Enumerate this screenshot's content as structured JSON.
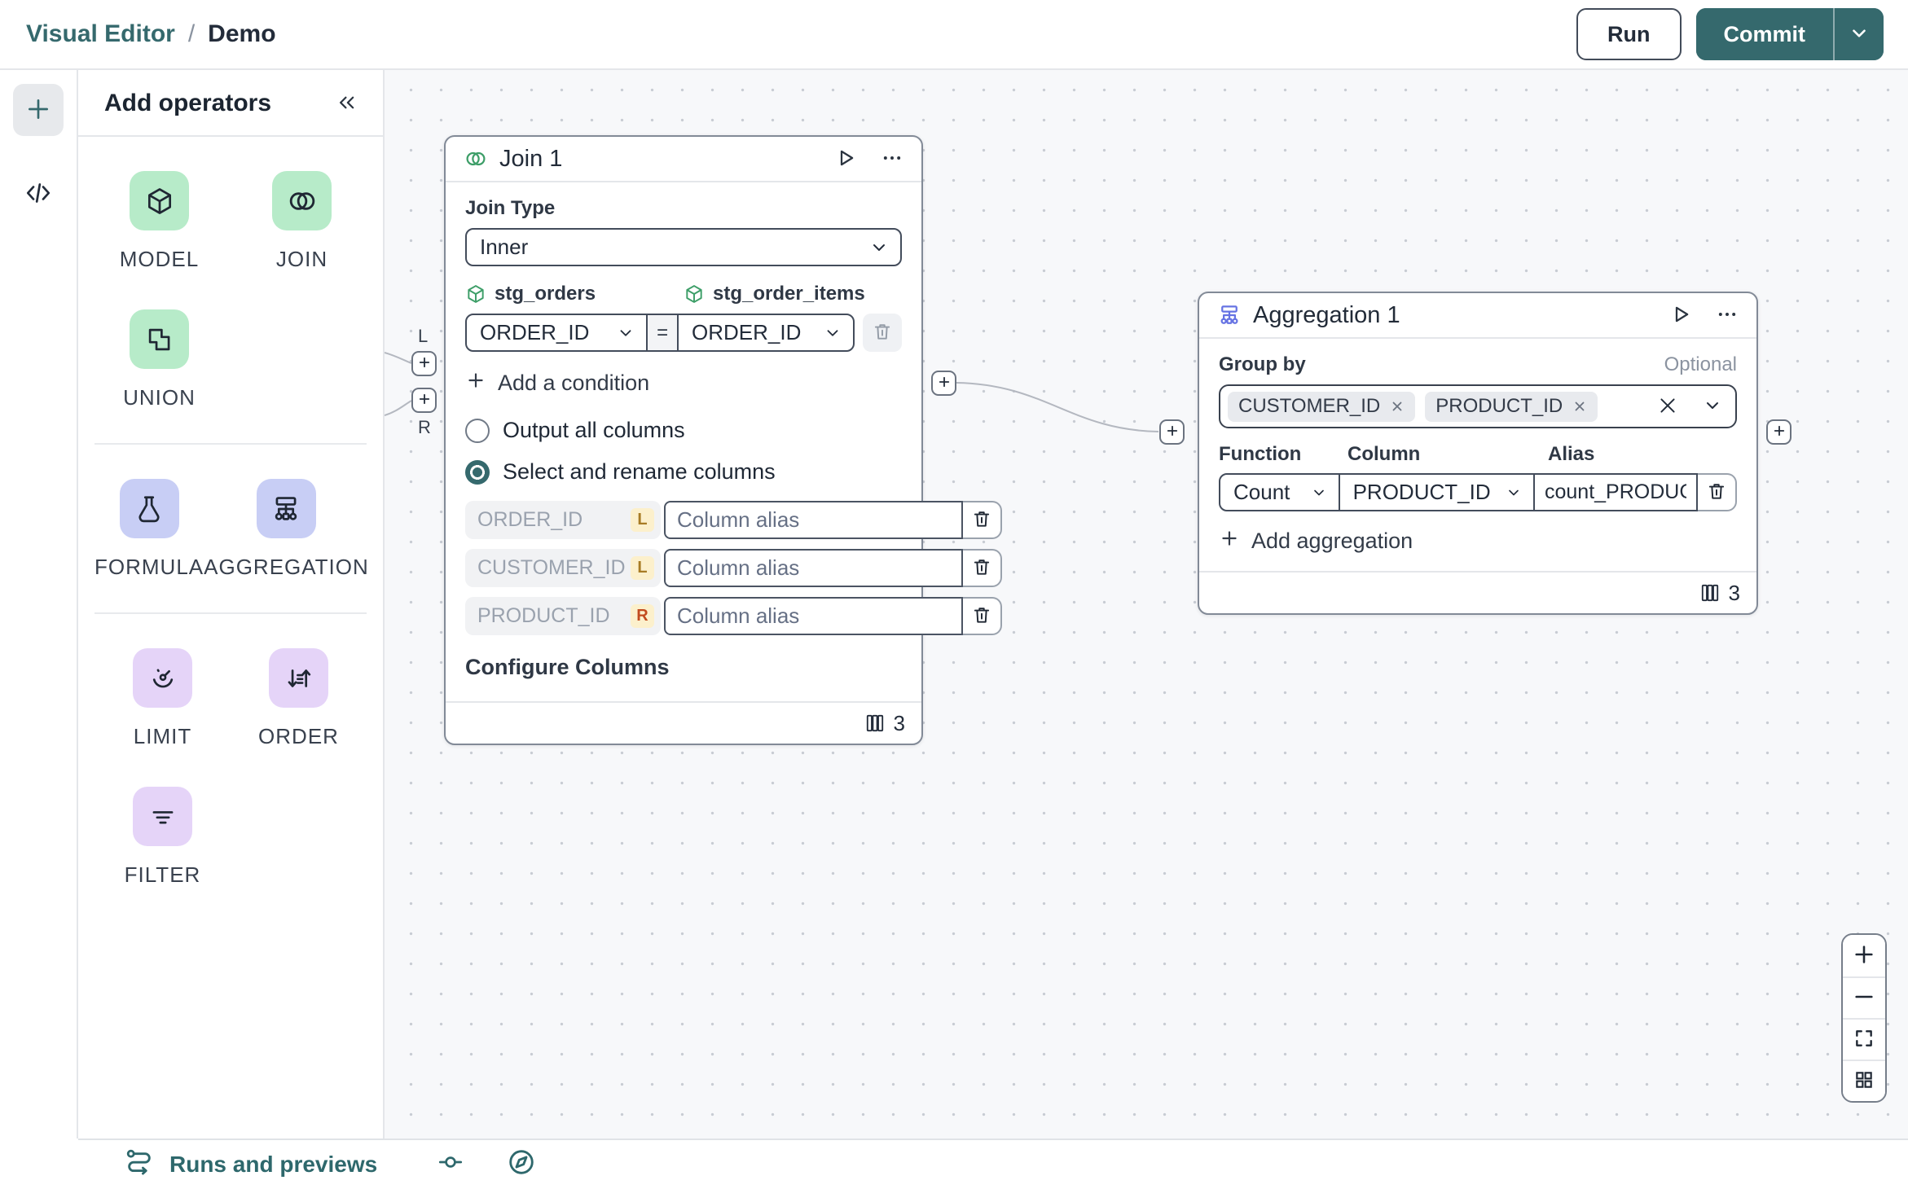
{
  "header": {
    "breadcrumb": {
      "root": "Visual Editor",
      "separator": "/",
      "current": "Demo"
    },
    "run_label": "Run",
    "commit_label": "Commit"
  },
  "operators_panel": {
    "title": "Add operators",
    "groups": [
      {
        "items": [
          {
            "label": "MODEL"
          },
          {
            "label": "JOIN"
          },
          {
            "label": "UNION"
          }
        ]
      },
      {
        "items": [
          {
            "label": "FORMULA"
          },
          {
            "label": "AGGREGATION"
          }
        ]
      },
      {
        "items": [
          {
            "label": "LIMIT"
          },
          {
            "label": "ORDER"
          },
          {
            "label": "FILTER"
          }
        ]
      }
    ]
  },
  "canvas": {
    "join_node": {
      "title": "Join 1",
      "join_type_label": "Join Type",
      "join_type_value": "Inner",
      "left_source": "stg_orders",
      "right_source": "stg_order_items",
      "condition": {
        "left_column": "ORDER_ID",
        "operator": "=",
        "right_column": "ORDER_ID"
      },
      "add_condition_label": "Add a condition",
      "output_all_label": "Output all columns",
      "select_rename_label": "Select and rename columns",
      "columns": [
        {
          "name": "ORDER_ID",
          "side": "L",
          "alias_placeholder": "Column alias"
        },
        {
          "name": "CUSTOMER_ID",
          "side": "L",
          "alias_placeholder": "Column alias"
        },
        {
          "name": "PRODUCT_ID",
          "side": "R",
          "alias_placeholder": "Column alias"
        }
      ],
      "configure_columns_label": "Configure Columns",
      "column_count": "3",
      "handle_labels": {
        "left_top": "L",
        "left_bottom": "R"
      }
    },
    "aggregation_node": {
      "title": "Aggregation 1",
      "group_by_label": "Group by",
      "optional_label": "Optional",
      "group_by_chips": [
        "CUSTOMER_ID",
        "PRODUCT_ID"
      ],
      "function_header": "Function",
      "column_header": "Column",
      "alias_header": "Alias",
      "aggregations": [
        {
          "function": "Count",
          "column": "PRODUCT_ID",
          "alias": "count_PRODUCT_ID"
        }
      ],
      "add_aggregation_label": "Add aggregation",
      "column_count": "3"
    }
  },
  "bottom_bar": {
    "runs_label": "Runs and previews"
  },
  "colors": {
    "accent_teal": "#35696d",
    "tile_green": "#b7ebc9",
    "tile_periwinkle": "#c8cef5",
    "tile_purple": "#e5d4f8",
    "badge_bg": "#fcf0cc",
    "badge_left_text": "#a87c25",
    "badge_right_text": "#c24b1e",
    "join_icon_green": "#3d9e68",
    "aggregation_icon_indigo": "#6673e3"
  }
}
